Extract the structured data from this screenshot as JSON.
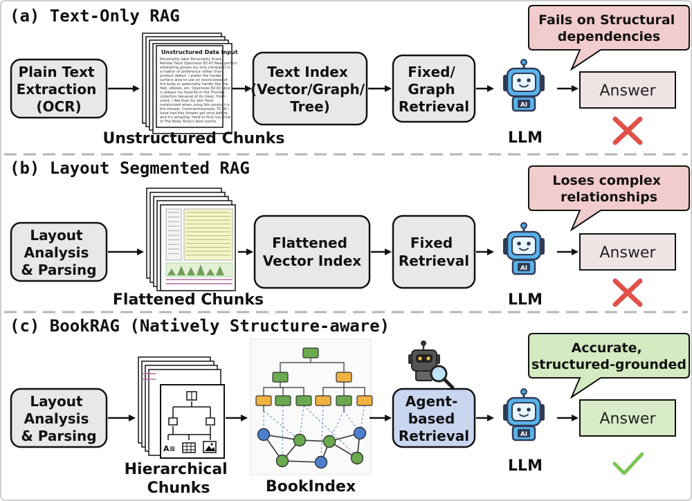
{
  "sections": {
    "a": {
      "title": "(a) Text-Only RAG",
      "box1": [
        "Plain Text",
        "Extraction",
        "(OCR)"
      ],
      "doc_title": "Unstructured Data Input",
      "doc_lines": [
        "Personality label Personality Score",
        "Review Texts Openness 83.47 Near perfect",
        "exfoliating gloves my only complaint is",
        "a matter of preference rather than",
        "product defect. I prefer the harder",
        "surface area to use on round areas of",
        "the body or potentially harder like the",
        "feet, elbows, etc. Openness 82.82 Nice",
        "is always my favorite in the Thymes",
        "collection because of its clean, fresh",
        "scent. I like that my skin feels",
        "moisturized when using this product in",
        "the shower. Conscientiousness 75.38 I",
        "have had this shower gel once before,",
        "and it's amazing. Hard to find, too. One",
        "of The Body Shop's best scents."
      ],
      "chunks_label": "Unstructured Chunks",
      "box2": [
        "Text Index",
        "(Vector/Graph/",
        "Tree)"
      ],
      "box3": [
        "Fixed/",
        "Graph",
        "Retrieval"
      ],
      "llm_label": "LLM",
      "answer": "Answer",
      "bubble": [
        "Fails on Structural",
        "dependencies"
      ]
    },
    "b": {
      "title": "(b) Layout Segmented RAG",
      "box1": [
        "Layout",
        "Analysis",
        "& Parsing"
      ],
      "chunks_label": "Flattened Chunks",
      "box2": [
        "Flattened",
        "Vector Index"
      ],
      "box3": [
        "Fixed",
        "Retrieval"
      ],
      "llm_label": "LLM",
      "answer": "Answer",
      "bubble": [
        "Loses complex",
        "relationships"
      ]
    },
    "c": {
      "title": "(c) BookRAG (Natively Structure-aware)",
      "box1": [
        "Layout",
        "Analysis",
        "& Parsing"
      ],
      "chunks_label": [
        "Hierarchical",
        "Chunks"
      ],
      "index_label": "BookIndex",
      "box3": [
        "Agent-",
        "based",
        "Retrieval"
      ],
      "llm_label": "LLM",
      "answer": "Answer",
      "bubble": [
        "Accurate,",
        "structured-grounded"
      ]
    }
  },
  "robot_badge": "AI",
  "colors": {
    "box_gray": "#e8e8e8",
    "answer_fail": "#efe4e4",
    "answer_ok": "#d9ecc8",
    "bubble_fail": "#f2cccc",
    "bubble_ok": "#d4eac1",
    "agent_box": "#c9d6f0",
    "cross": "#e2504a",
    "check": "#79c552",
    "node_green": "#6aaa4e",
    "node_orange": "#f0b240",
    "node_blue": "#4d7fd0"
  }
}
